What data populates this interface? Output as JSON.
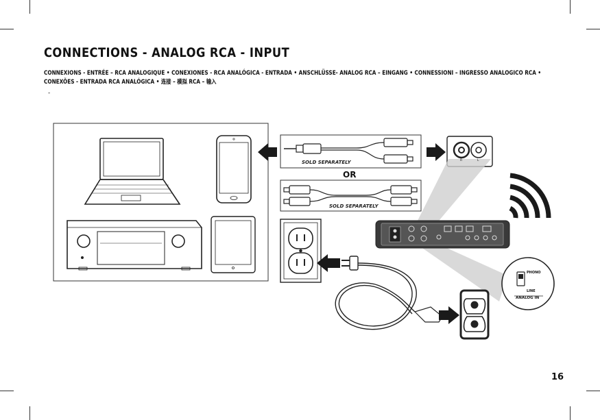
{
  "page": {
    "title": "CONNECTIONS - ANALOG RCA - INPUT",
    "subtitle": "CONNEXIONS - ENTRÉE – RCA ANALOGIQUE • CONEXIONES - RCA ANALÓGICA - ENTRADA • ANSCHLÜSSE- ANALOG RCA – EINGANG • CONNESSIONI – INGRESSO ANALOGICO RCA • CONEXÕES - ENTRADA RCA ANALÓGICA • 连接 – 模拟 RCA – 输入",
    "dash": "-",
    "page_number": "16"
  },
  "diagram": {
    "cable_a_label": "SOLD SEPARATELY",
    "cable_b_label": "SOLD SEPARATELY",
    "or_label": "OR",
    "jack_r": "R",
    "jack_l": "L",
    "switch_phono": "PHONO",
    "switch_line": "LINE",
    "switch_analog_in": "ANALOG IN"
  },
  "icons": [
    "laptop-icon",
    "smartphone-icon",
    "av-receiver-icon",
    "tablet-icon",
    "wall-outlet-icon",
    "power-plug-icon",
    "iec-socket-icon",
    "wifi-icon",
    "rca-jack-icon"
  ]
}
